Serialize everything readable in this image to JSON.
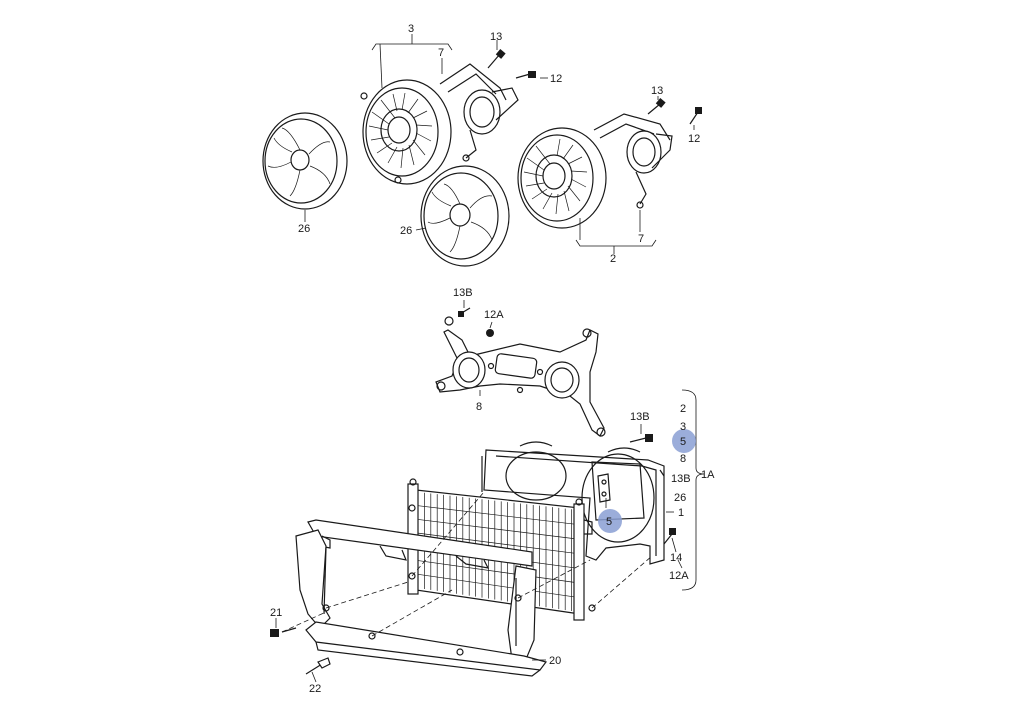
{
  "labels": {
    "l3": "3",
    "l7a": "7",
    "l13a": "13",
    "l12a": "12",
    "l13b": "13",
    "l12b": "12",
    "l7b": "7",
    "l2": "2",
    "l26a": "26",
    "l26b": "26",
    "l13B_top": "13B",
    "l12A_top": "12A",
    "l8": "8",
    "l13B_mid": "13B",
    "r2": "2",
    "r3": "3",
    "r5": "5",
    "r8": "8",
    "r13B": "13B",
    "r26": "26",
    "r1A": "1A",
    "r1": "1",
    "r14": "14",
    "r12A": "12A",
    "l5": "5",
    "l21": "21",
    "l22": "22",
    "l20": "20"
  },
  "highlights": {
    "color": "#8a9fd4",
    "highlighted_labels": [
      "r5",
      "l5"
    ]
  }
}
